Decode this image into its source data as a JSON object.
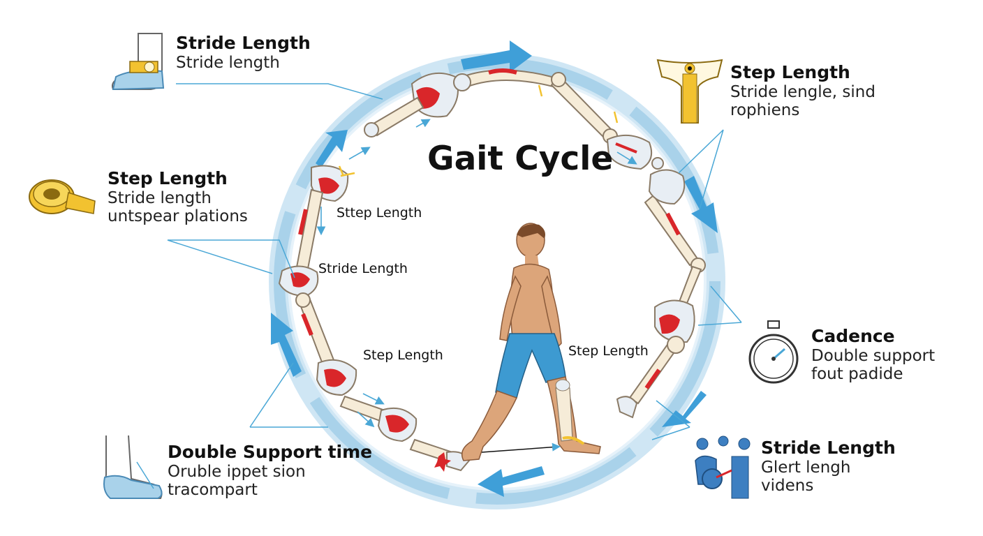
{
  "diagram": {
    "title": "Gait Cycle",
    "colors": {
      "ring": "#a9d2ea",
      "ring_light": "#d8ecf7",
      "arrow": "#3f9fd8",
      "bone": "#f6ecd8",
      "bone_stroke": "#8a7a66",
      "joint": "#e8eef4",
      "inflamed": "#d9262a",
      "skin": "#dca57a",
      "shorts": "#3d9ad1",
      "yellow": "#f2c230",
      "line": "#4aa7d6"
    },
    "callouts": [
      {
        "id": "stride-top-left",
        "title": "Stride Length",
        "lines": [
          "Stride length"
        ],
        "icon": "ankle-brace-icon"
      },
      {
        "id": "step-left",
        "title": "Step Length",
        "lines": [
          "Stride length",
          "untspear plations"
        ],
        "icon": "measuring-tape-icon"
      },
      {
        "id": "double-support",
        "title": "Double Support time",
        "lines": [
          "Oruble ippet sion",
          "tracompart"
        ],
        "icon": "foot-icon"
      },
      {
        "id": "step-top-right",
        "title": "Step Length",
        "lines": [
          "Stride lengle, sind",
          "rophiens"
        ],
        "icon": "pelvis-icon"
      },
      {
        "id": "cadence",
        "title": "Cadence",
        "lines": [
          "Double support",
          "fout padide"
        ],
        "icon": "stopwatch-icon"
      },
      {
        "id": "stride-bottom-right",
        "title": "Stride Length",
        "lines": [
          "Glert lengh",
          "videns"
        ],
        "icon": "gait-device-icon"
      }
    ],
    "inner_labels": {
      "step_upper": "Sttep Length",
      "stride_mid": "Stride Length",
      "step_lower": "Step Length",
      "step_figure": "Step Length"
    }
  }
}
